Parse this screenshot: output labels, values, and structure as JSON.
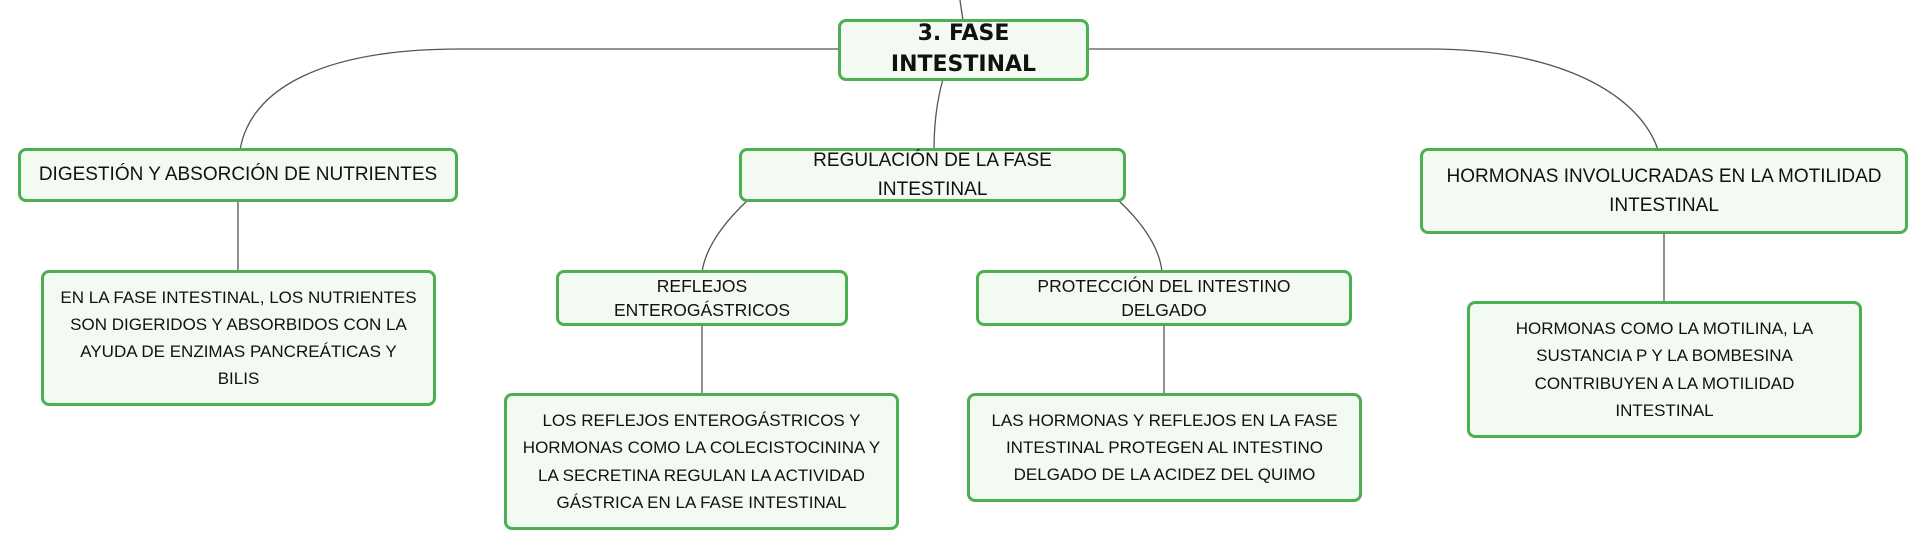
{
  "mindmap": {
    "root": {
      "label": "3. FASE INTESTINAL"
    },
    "topics": [
      {
        "label": "DIGESTIÓN Y ABSORCIÓN DE NUTRIENTES",
        "children": [
          {
            "label": "EN LA FASE INTESTINAL, LOS NUTRIENTES SON DIGERIDOS Y ABSORBIDOS CON LA AYUDA DE ENZIMAS PANCREÁTICAS Y BILIS"
          }
        ]
      },
      {
        "label": "REGULACIÓN DE LA FASE INTESTINAL",
        "children": [
          {
            "label": "REFLEJOS ENTEROGÁSTRICOS",
            "children": [
              {
                "label": "LOS REFLEJOS ENTEROGÁSTRICOS Y HORMONAS COMO LA COLECISTOCININA Y LA SECRETINA REGULAN LA ACTIVIDAD GÁSTRICA EN LA FASE INTESTINAL"
              }
            ]
          },
          {
            "label": "PROTECCIÓN DEL INTESTINO DELGADO",
            "children": [
              {
                "label": "LAS HORMONAS Y REFLEJOS EN LA FASE INTESTINAL PROTEGEN AL INTESTINO DELGADO DE LA ACIDEZ DEL QUIMO"
              }
            ]
          }
        ]
      },
      {
        "label": "HORMONAS INVOLUCRADAS EN LA MOTILIDAD INTESTINAL",
        "children": [
          {
            "label": "HORMONAS COMO LA MOTILINA, LA SUSTANCIA P Y LA BOMBESINA CONTRIBUYEN A LA MOTILIDAD INTESTINAL"
          }
        ]
      }
    ],
    "colors": {
      "border": "#4caf50",
      "fill": "#f2faf2",
      "connector": "#555555"
    }
  }
}
